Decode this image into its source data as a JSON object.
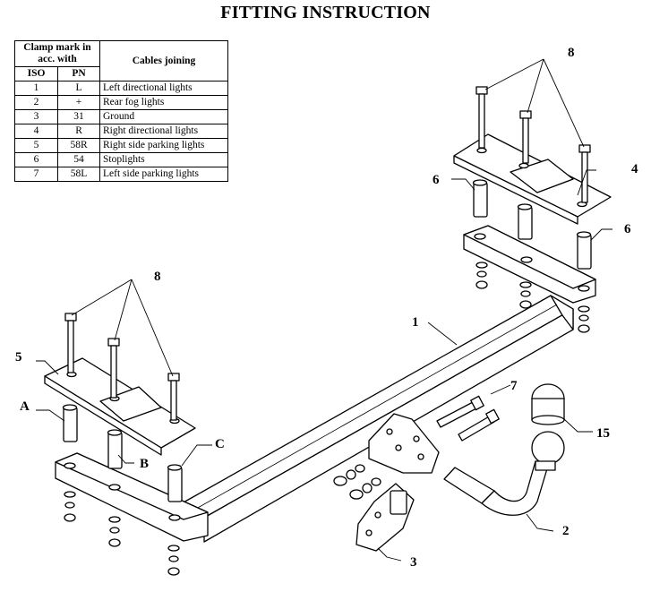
{
  "title": "FITTING INSTRUCTION",
  "table": {
    "header_clamp": "Clamp mark in acc. with",
    "header_cables": "Cables joining",
    "header_iso": "ISO",
    "header_pn": "PN",
    "rows": [
      {
        "iso": "1",
        "pn": "L",
        "desc": "Left directional lights"
      },
      {
        "iso": "2",
        "pn": "+",
        "desc": "Rear fog lights"
      },
      {
        "iso": "3",
        "pn": "31",
        "desc": "Ground"
      },
      {
        "iso": "4",
        "pn": "R",
        "desc": "Right directional lights"
      },
      {
        "iso": "5",
        "pn": "58R",
        "desc": "Right side parking lights"
      },
      {
        "iso": "6",
        "pn": "54",
        "desc": "Stoplights"
      },
      {
        "iso": "7",
        "pn": "58L",
        "desc": "Left side parking lights"
      }
    ]
  },
  "callouts": {
    "c1": "1",
    "c2": "2",
    "c3": "3",
    "c4": "4",
    "c5": "5",
    "c6a": "6",
    "c6b": "6",
    "c7": "7",
    "c8a": "8",
    "c8b": "8",
    "c15": "15",
    "cA": "A",
    "cB": "B",
    "cC": "C"
  }
}
